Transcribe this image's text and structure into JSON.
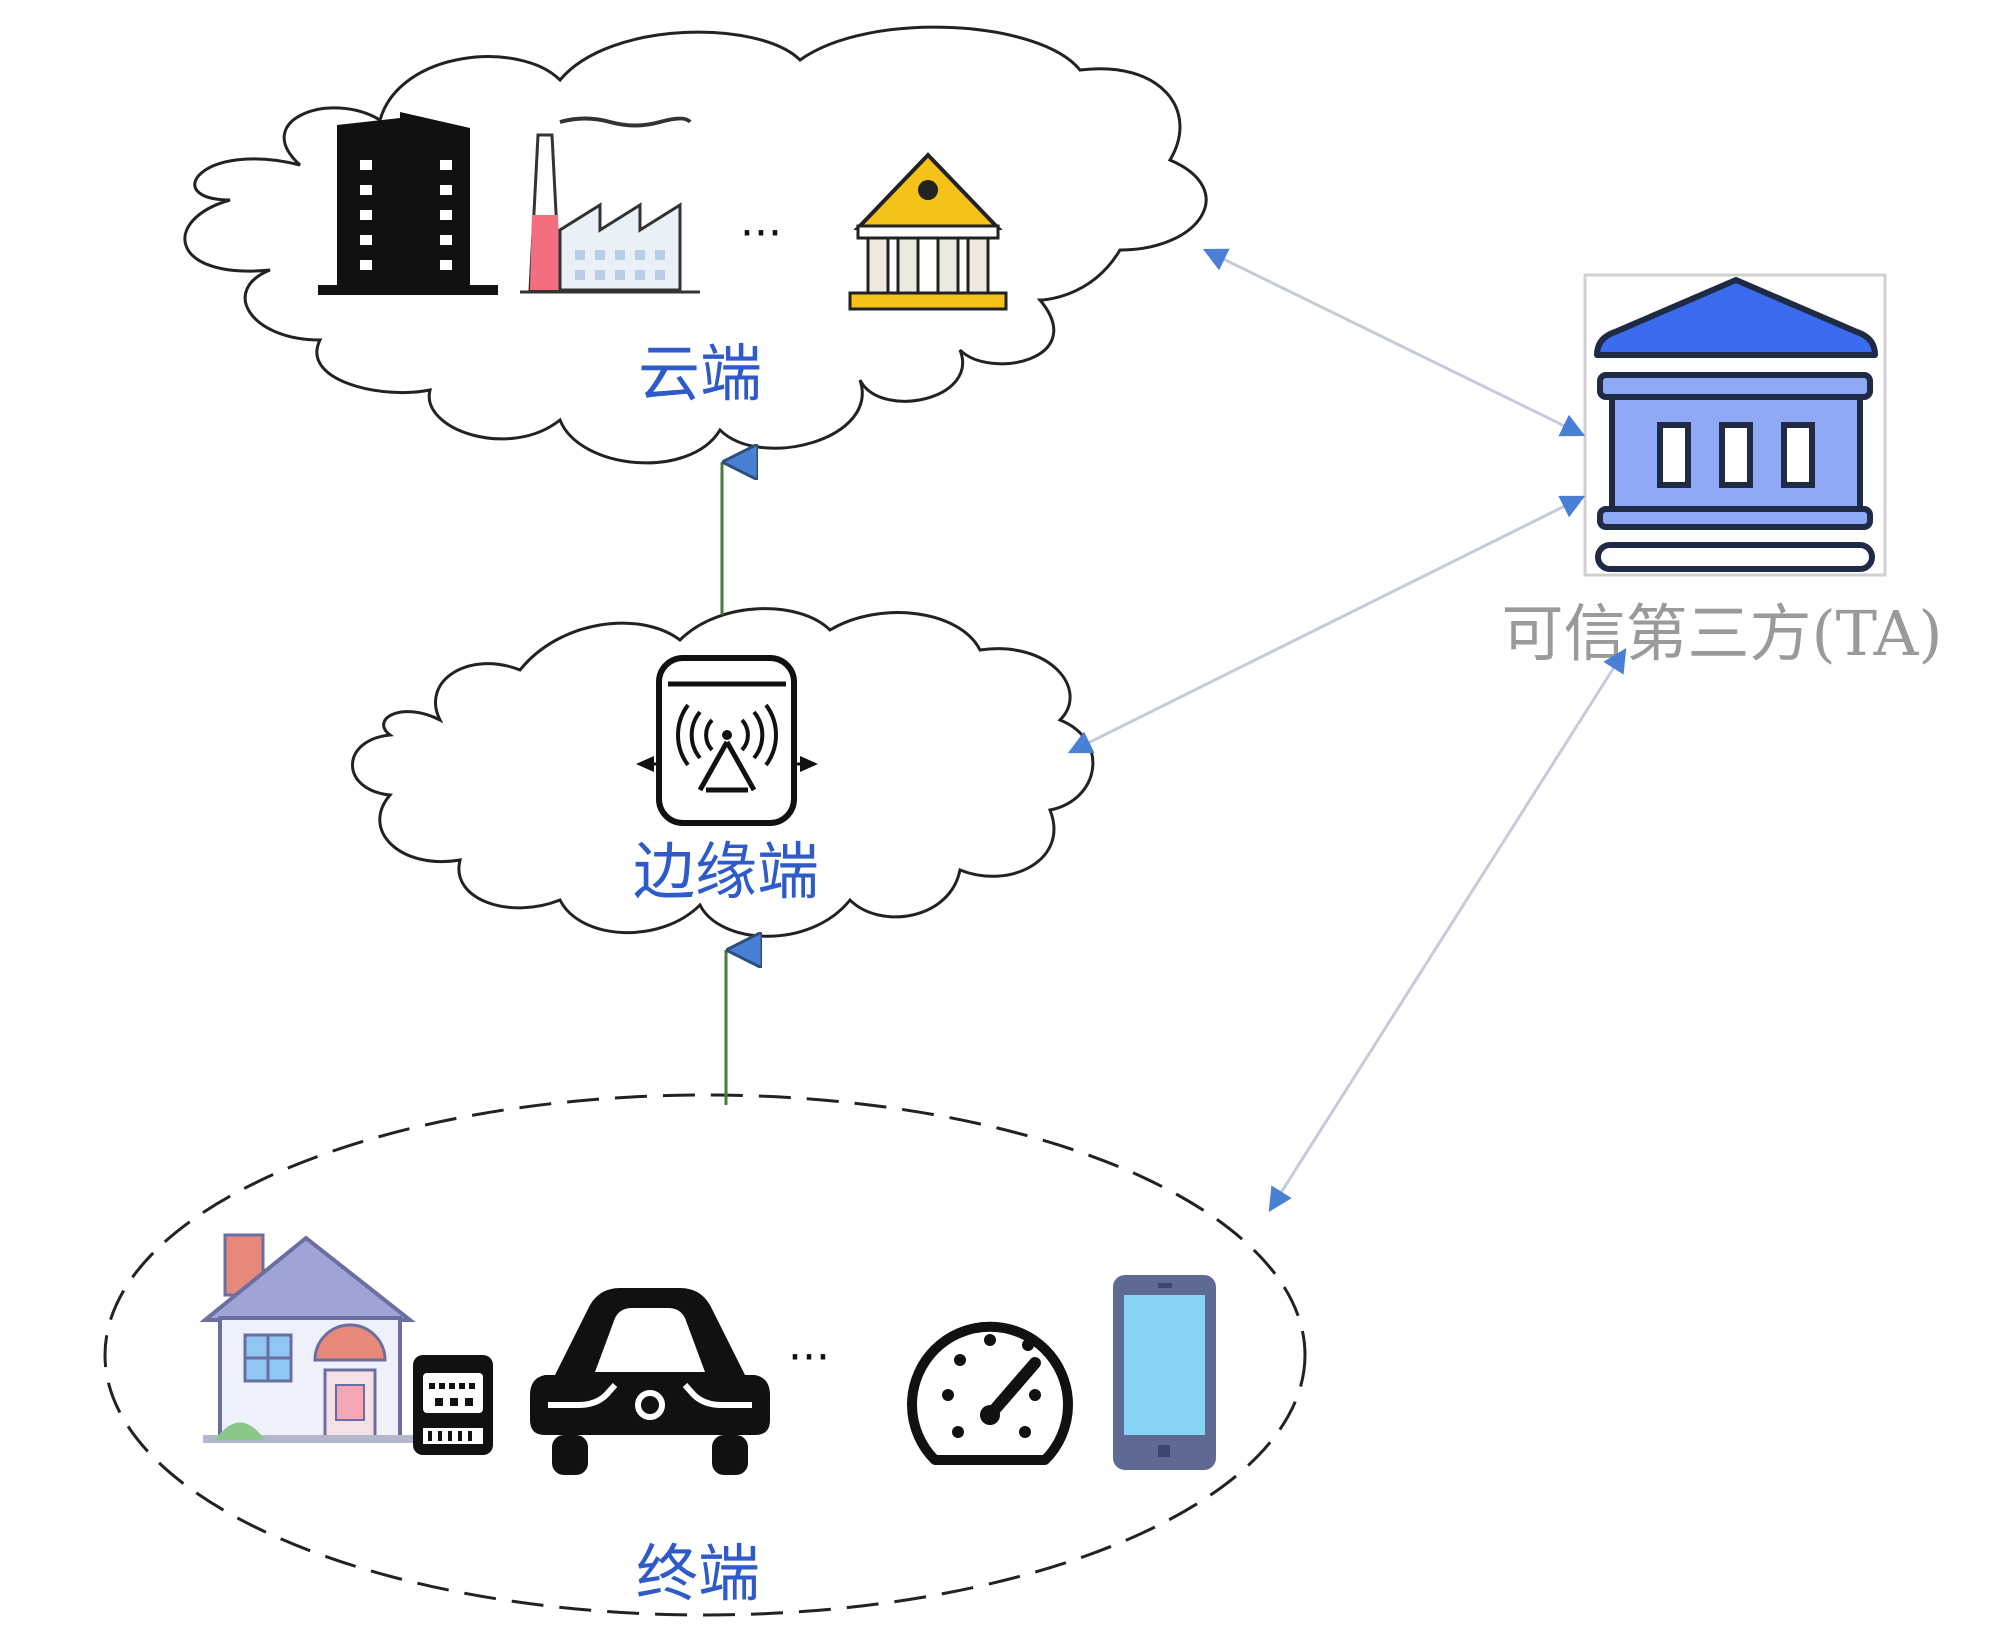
{
  "labels": {
    "cloud": "云端",
    "edge": "边缘端",
    "terminal": "终端",
    "ta": "可信第三方(TA)"
  },
  "ellipsis": {
    "cloud": "···",
    "terminal": "···"
  },
  "colors": {
    "label_blue": "#2e5bc9",
    "label_gray": "#9a9a9a",
    "ta_roof": "#3b6cf0",
    "ta_body": "#8fa8f5",
    "vertical_arrow": "#4a7a3a",
    "arrowhead": "#4a7fd6",
    "connector": "#c6cbd8"
  },
  "icons": {
    "cloud": [
      "office-building-icon",
      "factory-icon",
      "bank-icon"
    ],
    "edge": [
      "edge-gateway-icon"
    ],
    "terminal": [
      "house-icon",
      "electric-meter-icon",
      "car-icon",
      "gauge-icon",
      "smartphone-icon"
    ],
    "ta": [
      "trusted-authority-bank-icon"
    ]
  }
}
